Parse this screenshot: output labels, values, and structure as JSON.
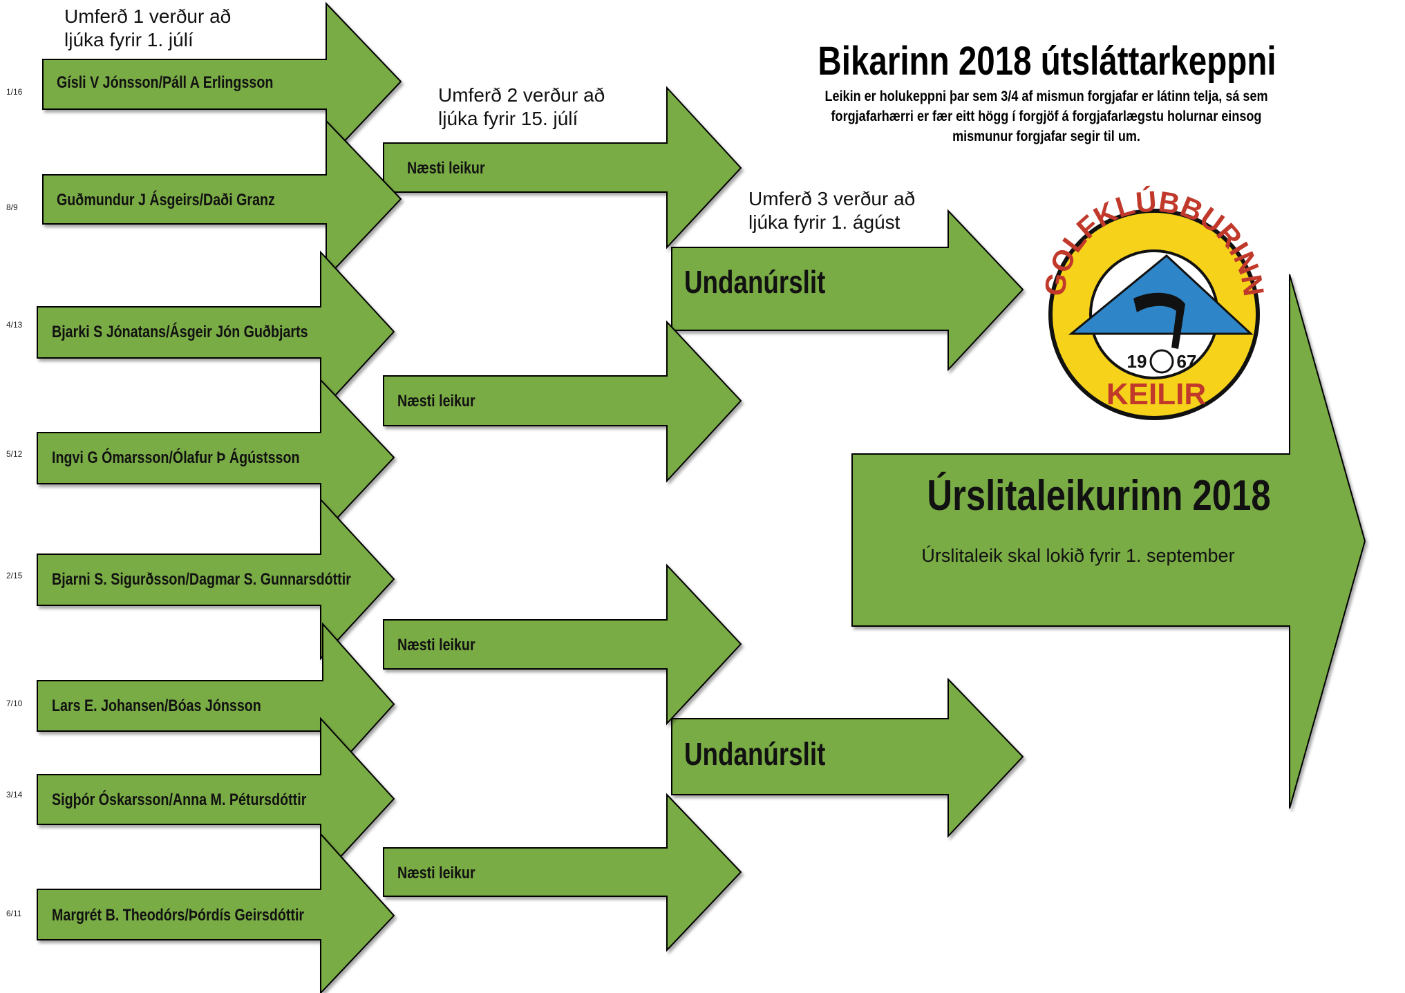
{
  "title": "Bikarinn 2018 útsláttarkeppni",
  "description": [
    "Leikin er holukeppni þar sem 3/4 af mismun forgjafar er látinn telja, sá sem",
    "forgjafarhærri er fær eitt högg í forgjöf á forgjafarlægstu holurnar einsog",
    "mismunur forgjafar segir til um."
  ],
  "round_notes": {
    "round1": [
      "Umferð 1 verður að",
      "ljúka fyrir 1. júlí"
    ],
    "round2": [
      "Umferð 2 verður að",
      "ljúka fyrir 15. júlí"
    ],
    "round3": [
      "Umferð 3 verður að",
      "ljúka fyrir  1. ágúst"
    ]
  },
  "round1": [
    {
      "seed": "1/16",
      "team": "Gísli V Jónsson/Páll A Erlingsson"
    },
    {
      "seed": "8/9",
      "team": "Guðmundur J Ásgeirs/Daði Granz"
    },
    {
      "seed": "4/13",
      "team": "Bjarki S Jónatans/Ásgeir Jón Guðbjarts"
    },
    {
      "seed": "5/12",
      "team": "Ingvi G Ómarsson/Ólafur Þ Ágústsson"
    },
    {
      "seed": "2/15",
      "team": "Bjarni S. Sigurðsson/Dagmar S. Gunnarsdóttir"
    },
    {
      "seed": "7/10",
      "team": "Lars E. Johansen/Bóas Jónsson"
    },
    {
      "seed": "3/14",
      "team": "Sigþór Óskarsson/Anna M. Pétursdóttir"
    },
    {
      "seed": "6/11",
      "team": "Margrét B. Theodórs/Þórdís Geirsdóttir"
    }
  ],
  "round2": [
    "Næsti leikur",
    "Næsti leikur",
    "Næsti leikur",
    "Næsti leikur"
  ],
  "semifinals": [
    "Undanúrslit",
    "Undanúrslit"
  ],
  "final": {
    "label": "Úrslitaleikurinn 2018",
    "note": "Úrslitaleik skal lokið fyrir 1. september"
  },
  "logo": {
    "ring_text": "GOLFKLÚBBURINN",
    "year_left": "19",
    "year_right": "67",
    "bottom_text": "KEILIR"
  },
  "colors": {
    "arrow_fill": "#7aac45",
    "logo_ring": "#f6d21a",
    "logo_red": "#c0392b",
    "logo_blue": "#2e86c8"
  }
}
